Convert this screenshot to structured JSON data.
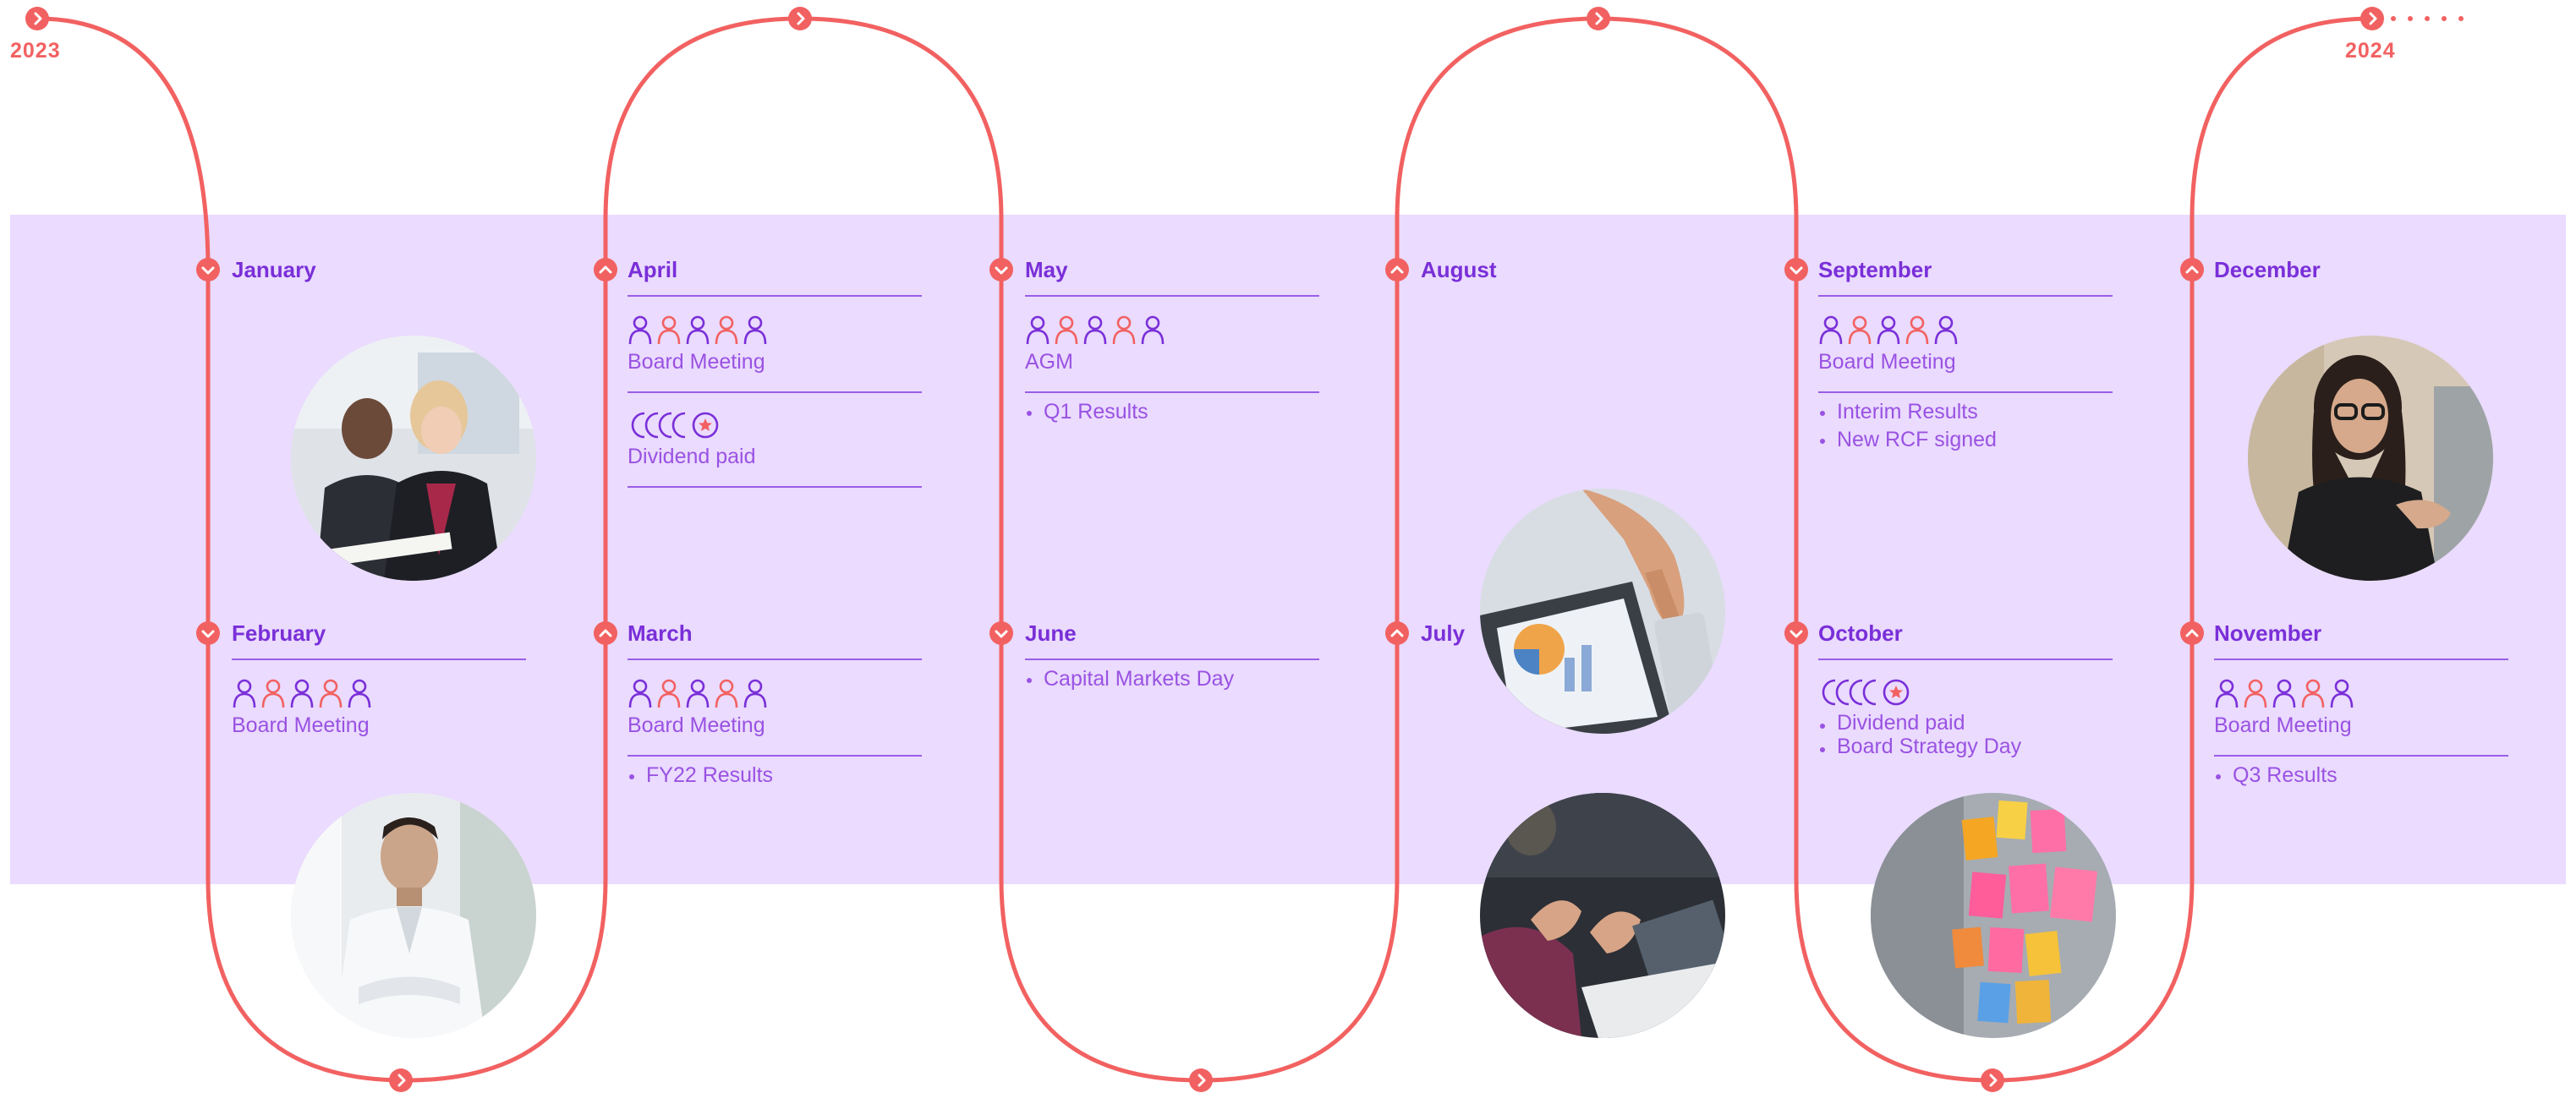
{
  "timeline": {
    "start_year": "2023",
    "end_year": "2024",
    "colors": {
      "track": "#f26161",
      "band": "#eadbff",
      "heading": "#7a2fd8",
      "text": "#9a52e2",
      "icon_purple": "#7a2fd8",
      "icon_coral": "#f26161"
    }
  },
  "months": {
    "january": {
      "name": "January"
    },
    "february": {
      "name": "February",
      "events": [
        "Board Meeting"
      ]
    },
    "march": {
      "name": "March",
      "events": [
        "Board Meeting"
      ],
      "bullets": [
        "FY22 Results"
      ]
    },
    "april": {
      "name": "April",
      "events": [
        "Board Meeting",
        "Dividend paid"
      ]
    },
    "may": {
      "name": "May",
      "events": [
        "AGM"
      ],
      "bullets": [
        "Q1 Results"
      ]
    },
    "june": {
      "name": "June",
      "bullets": [
        "Capital Markets Day"
      ]
    },
    "july": {
      "name": "July"
    },
    "august": {
      "name": "August"
    },
    "september": {
      "name": "September",
      "events": [
        "Board Meeting"
      ],
      "bullets": [
        "Interim Results",
        "New RCF signed"
      ]
    },
    "october": {
      "name": "October",
      "bullets": [
        "Dividend paid",
        "Board Strategy Day"
      ]
    },
    "november": {
      "name": "November",
      "events": [
        "Board Meeting"
      ],
      "bullets": [
        "Q3 Results"
      ]
    },
    "december": {
      "name": "December"
    }
  },
  "icons": {
    "board_meeting": "people-group-icon",
    "dividend": "coins-star-icon",
    "node": "chevron-node-icon"
  },
  "photos": [
    "people-at-meeting-photo",
    "man-in-lab-coat-photo",
    "hand-on-tablet-photo",
    "discussion-hands-photo",
    "sticky-notes-wall-photo",
    "smiling-woman-photo"
  ]
}
